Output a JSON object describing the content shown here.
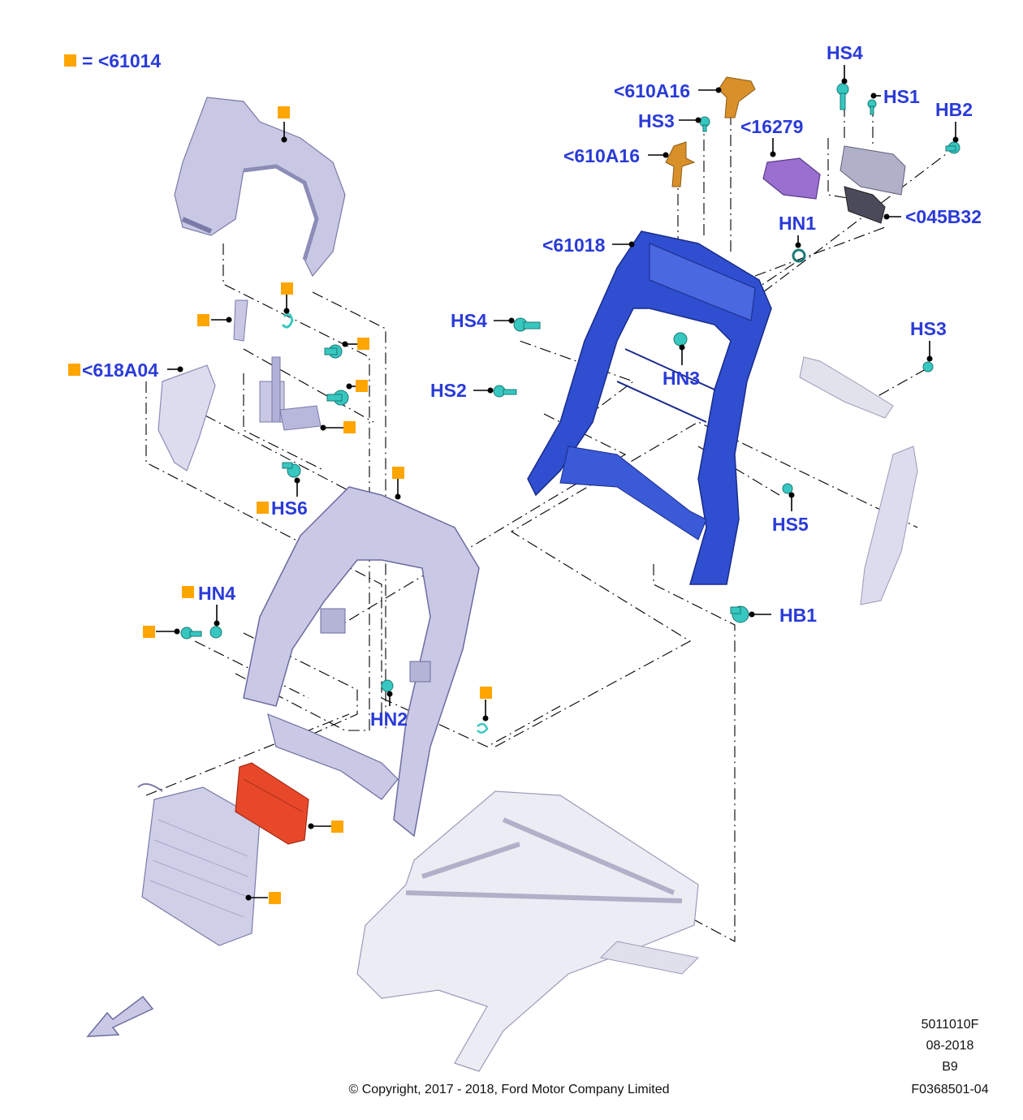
{
  "legend": {
    "text": "= <61014",
    "marker_color": "#ffa500"
  },
  "labels": {
    "hs4_top": "HS4",
    "hs1": "HS1",
    "hb2": "HB2",
    "p610a16_a": "<610A16",
    "hs3_top": "HS3",
    "p16279": "<16279",
    "p610a16_b": "<610A16",
    "hn1": "HN1",
    "p045b32": "<045B32",
    "p61018": "<61018",
    "hs4_mid": "HS4",
    "hn3": "HN3",
    "hs3_right": "HS3",
    "hs2": "HS2",
    "p618a04": "<618A04",
    "hs6": "HS6",
    "hs5": "HS5",
    "hb1": "HB1",
    "hn4": "HN4",
    "hn2": "HN2"
  },
  "footer": {
    "code": "5011010F",
    "date": "08-2018",
    "rev": "B9",
    "ref": "F0368501-04",
    "copyright": "© Copyright, 2017 - 2018, Ford Motor Company Limited"
  },
  "colors": {
    "frame_blue": "#2f4fd0",
    "fastener_cyan": "#37c7c0",
    "module_red": "#e8482a",
    "bracket_orange": "#d9902a",
    "clip_purple": "#9a6fd0",
    "panel_lavender": "#c9c9e6",
    "track_gray": "#e6e6f0"
  },
  "icons": [
    "direction-arrow-icon",
    "fastener-icon",
    "marker-square-icon"
  ]
}
